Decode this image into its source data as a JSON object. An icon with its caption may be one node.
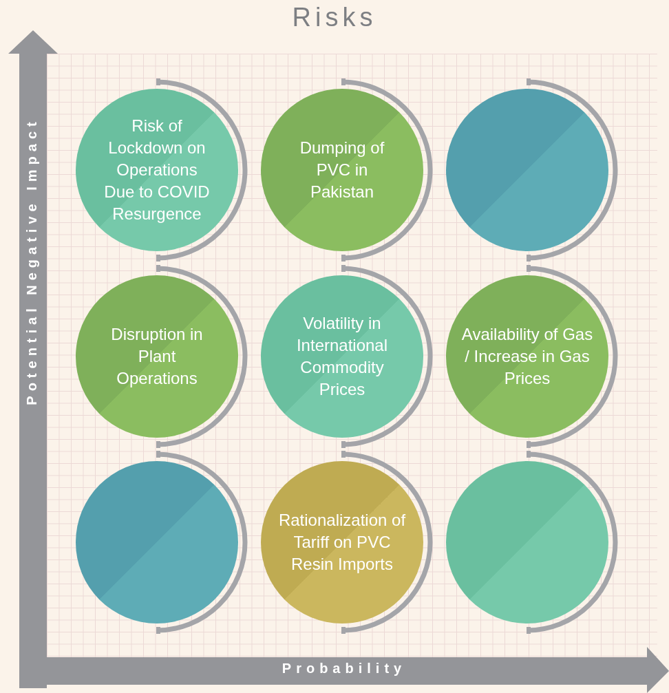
{
  "diagram": {
    "title": "Risks",
    "nodes": [
      {
        "text": [
          "Risk of Lockdown on Operations Due to COVID Resurgence"
        ]
      },
      {
        "text": [
          "Dumping of PVC in Pakistan"
        ]
      },
      {
        "text": [],
        "shape": "circle"
      },
      {
        "text": [
          "Disruption in Plant Operations"
        ]
      },
      {
        "text": [
          "Volatility in International Commodity Prices"
        ]
      },
      {
        "text": [
          "Availability of Gas / Increase in Gas Prices"
        ]
      },
      {
        "text": [],
        "shape": "circle"
      },
      {
        "text": [
          "Rationalization of Tariff on PVC Resin Imports"
        ]
      },
      {
        "text": [],
        "shape": "circle"
      }
    ],
    "labels": [
      "Potential Negative Impact",
      "Probability"
    ]
  }
}
